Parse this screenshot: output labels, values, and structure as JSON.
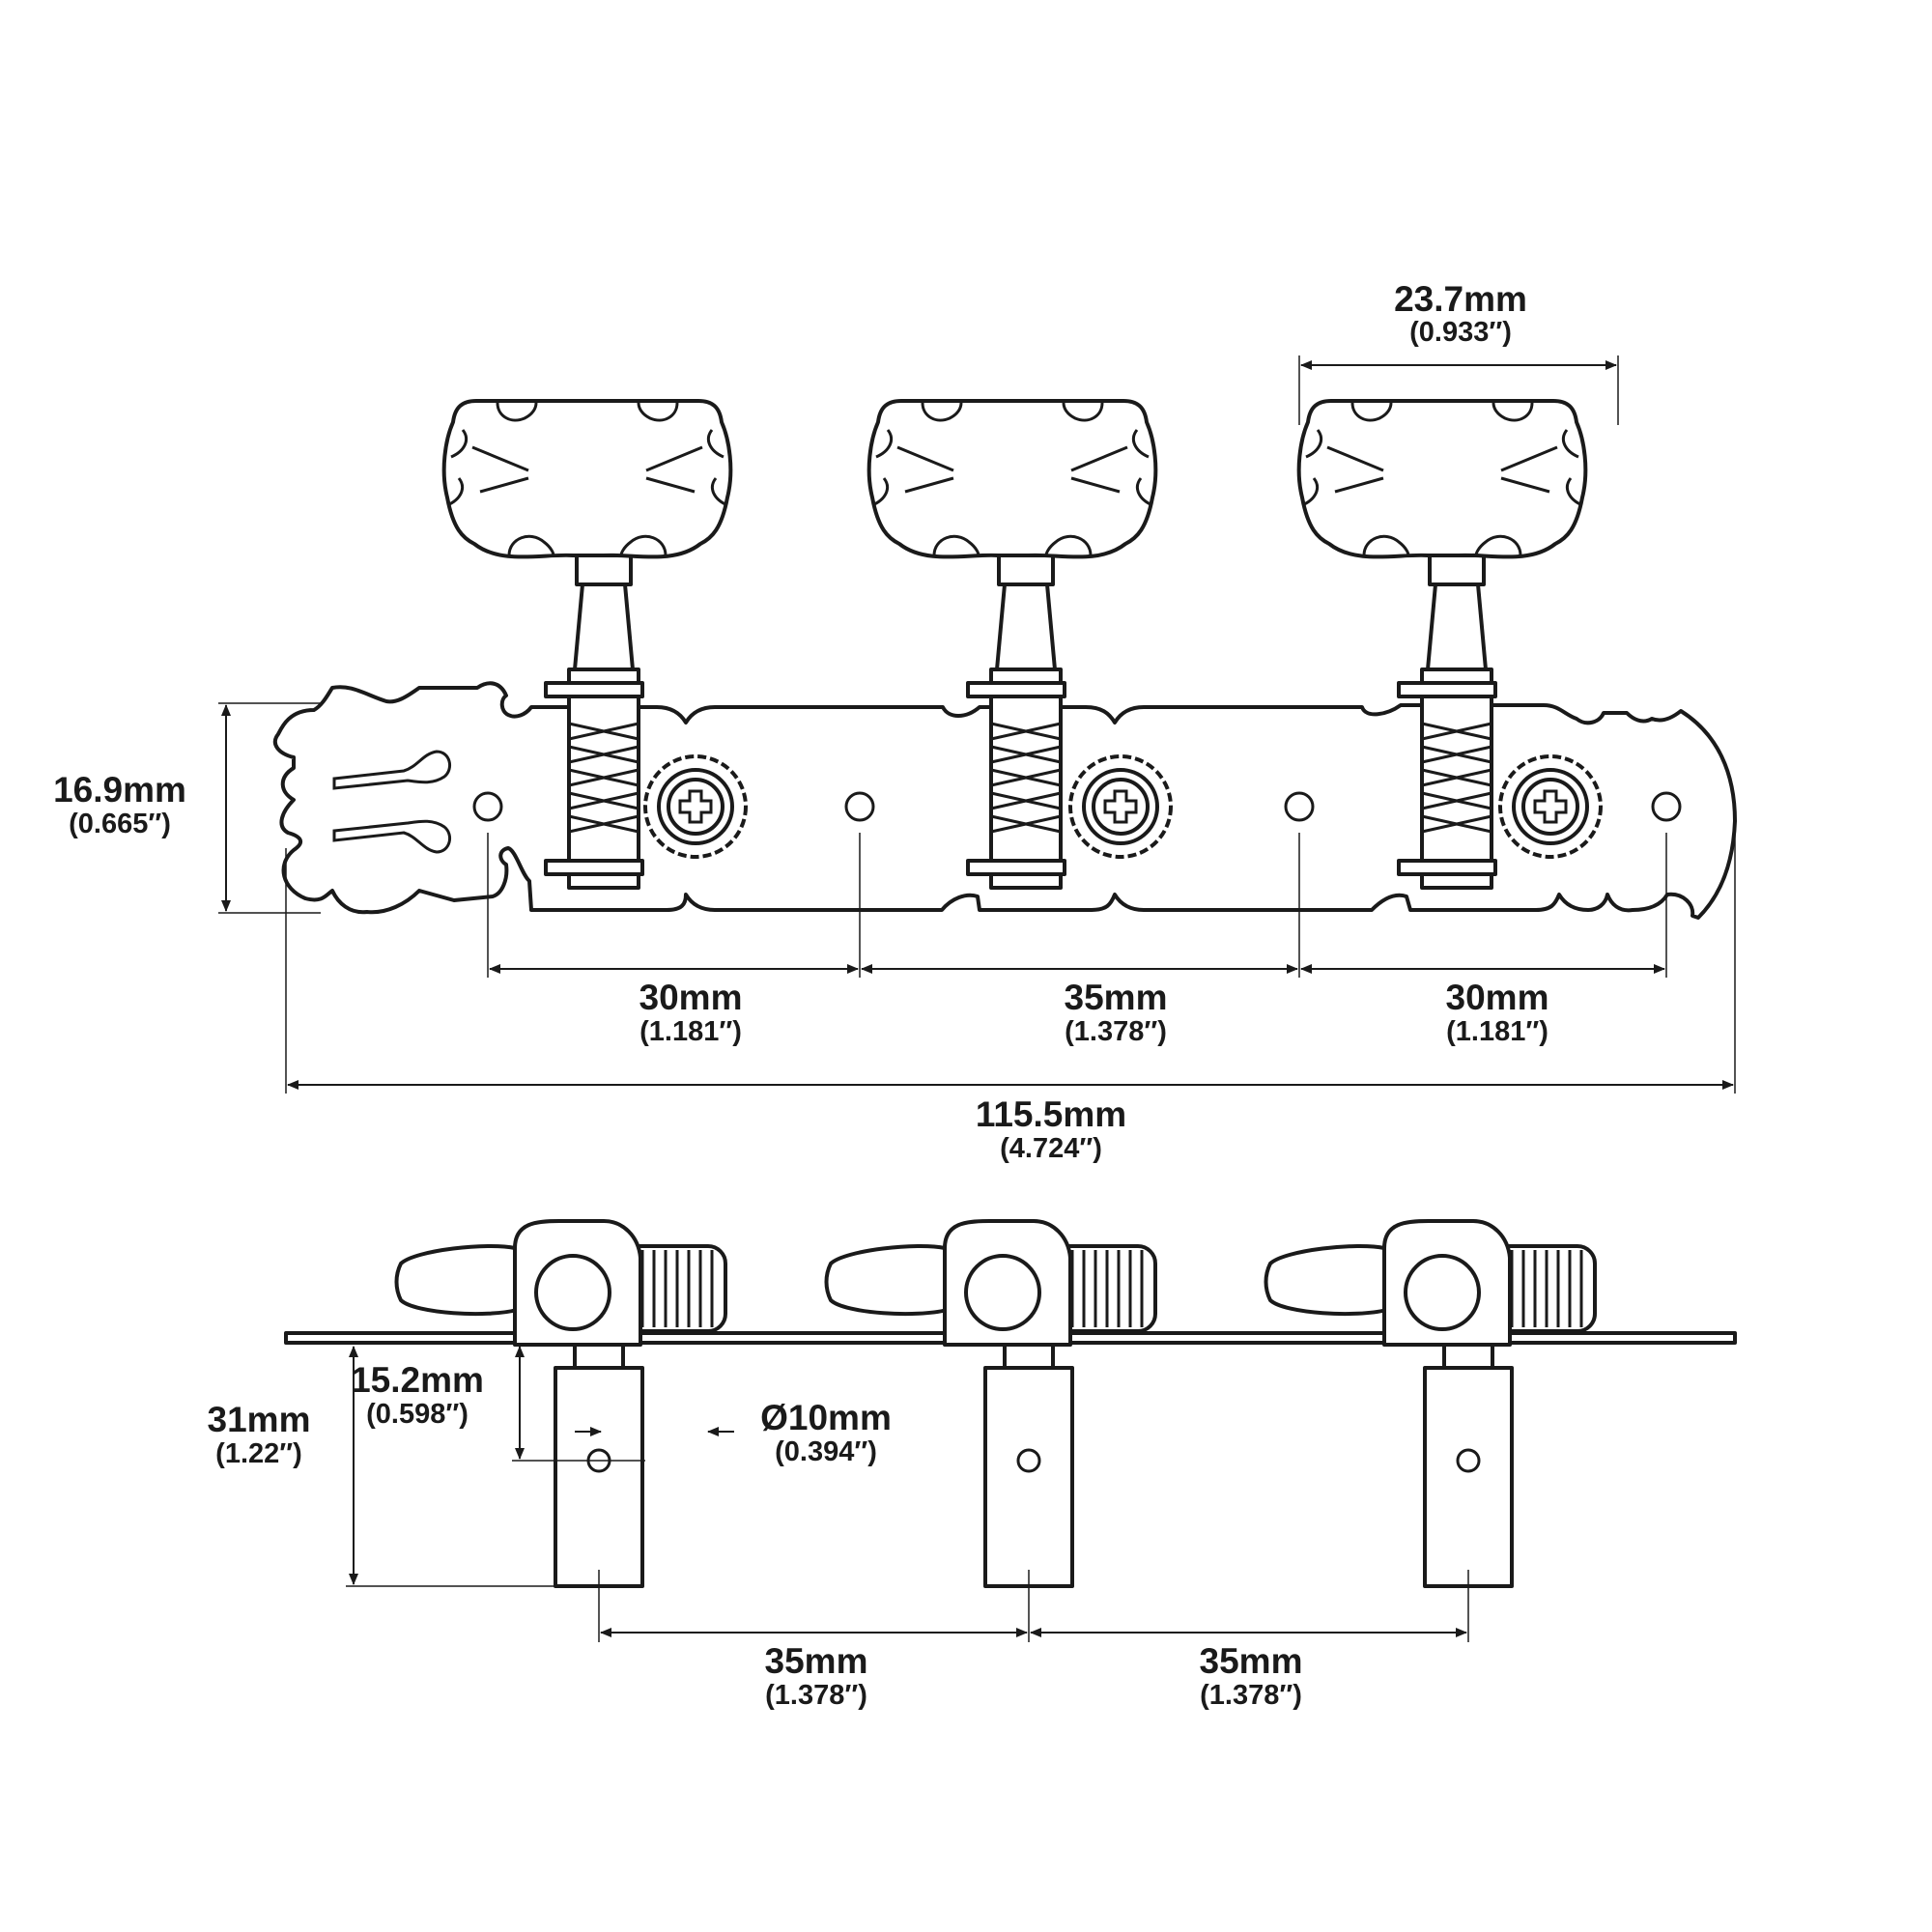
{
  "dimensions": {
    "button_width": {
      "mm": "23.7mm",
      "inch": "(0.933″)"
    },
    "plate_height": {
      "mm": "16.9mm",
      "inch": "(0.665″)"
    },
    "spacing_top_1": {
      "mm": "30mm",
      "inch": "(1.181″)"
    },
    "spacing_top_2": {
      "mm": "35mm",
      "inch": "(1.378″)"
    },
    "spacing_top_3": {
      "mm": "30mm",
      "inch": "(1.181″)"
    },
    "overall_length": {
      "mm": "115.5mm",
      "inch": "(4.724″)"
    },
    "post_height": {
      "mm": "31mm",
      "inch": "(1.22″)"
    },
    "hole_height": {
      "mm": "15.2mm",
      "inch": "(0.598″)"
    },
    "post_diameter": {
      "mm": "Ø10mm",
      "inch": "(0.394″)"
    },
    "spacing_bottom_1": {
      "mm": "35mm",
      "inch": "(1.378″)"
    },
    "spacing_bottom_2": {
      "mm": "35mm",
      "inch": "(1.378″)"
    }
  }
}
